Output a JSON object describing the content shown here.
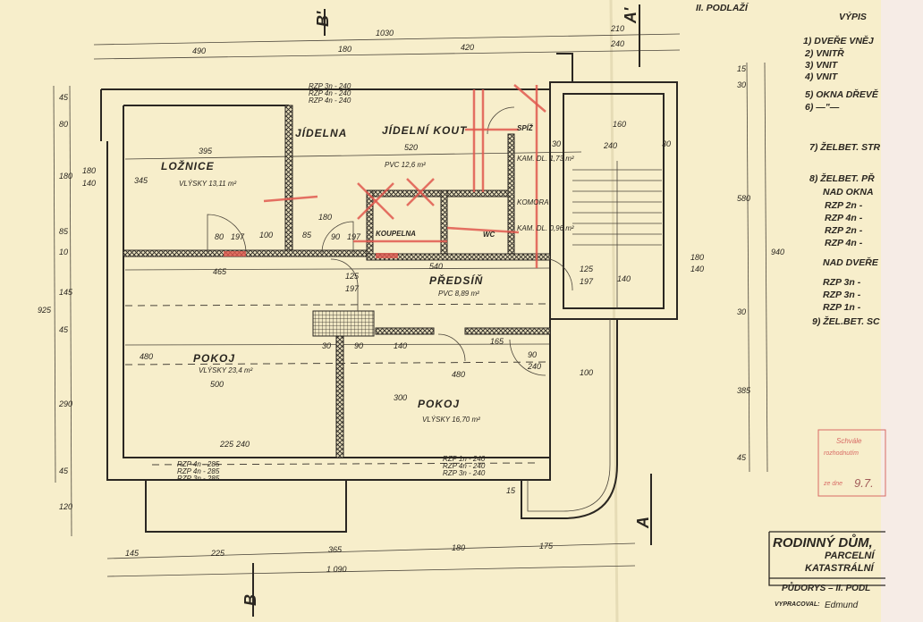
{
  "sheet": {
    "floor_heading": "II. PODLAŽÍ",
    "section_marks": {
      "b_top": "B'",
      "a_top": "A'",
      "b_bottom": "B",
      "a_bottom": "A"
    }
  },
  "rooms": {
    "loznice": {
      "name": "LOŽNICE",
      "floor": "VLÝSKY 13,11 m²"
    },
    "jidelna": {
      "name": "JÍDELNA"
    },
    "jidelni_kout": {
      "name": "JÍDELNÍ KOUT",
      "floor": "PVC 12,6 m²"
    },
    "koupelna": {
      "name": "KOUPELNA"
    },
    "wc": {
      "name": "WC"
    },
    "spiz": {
      "name": "SPÍŽ",
      "floor": "KAM. DL. 1,73 m²"
    },
    "komora": {
      "name": "KOMORA",
      "floor": "KAM. DL. 0,96 m²"
    },
    "predsin": {
      "name": "PŘEDSÍŇ",
      "floor": "PVC 8,89 m²"
    },
    "pokoj_left": {
      "name": "POKOJ",
      "floor": "VLÝSKY 23,4 m²"
    },
    "pokoj_right": {
      "name": "POKOJ",
      "floor": "VLÝSKY 16,70 m²"
    }
  },
  "dimensions": {
    "top_total": "1030",
    "top": [
      "490",
      "180",
      "420",
      "210",
      "240"
    ],
    "bottom": [
      "145",
      "225",
      "365",
      "180",
      "175"
    ],
    "bottom_total": "1 090",
    "left": [
      "45",
      "80",
      "180",
      "85",
      "10",
      "145",
      "45",
      "290",
      "45",
      "120"
    ],
    "left_total": "925",
    "right": [
      "15",
      "30",
      "580",
      "30",
      "385",
      "45"
    ],
    "right_total": "940",
    "interior": [
      "395",
      "345",
      "180",
      "140",
      "100",
      "80",
      "197",
      "180",
      "85",
      "90",
      "197",
      "520",
      "465",
      "125",
      "197",
      "540",
      "480",
      "500",
      "30",
      "90",
      "140",
      "165",
      "90",
      "240",
      "480",
      "300",
      "225",
      "240",
      "160",
      "240",
      "30",
      "30",
      "140",
      "125",
      "197",
      "180",
      "140",
      "100",
      "15"
    ]
  },
  "window_notes": {
    "top": [
      "RZP 3n - 240",
      "RZP 4n - 240",
      "RZP 4n - 240"
    ],
    "bottom_left": [
      "RZP 4n - 285",
      "RZP 4n - 285",
      "RZP 3n - 285"
    ],
    "bottom_right": [
      "RZP 1n - 240",
      "RZP 4n - 240",
      "RZP 3n - 240"
    ]
  },
  "legend": {
    "title": "VÝPIS",
    "items": [
      "1) DVEŘE VNĚJ",
      "2)            VNITŘ",
      "3)            VNIT",
      "4)            VNIT",
      "5) OKNA DŘEVĚ",
      "6)          —\"—",
      "7) ŽELBET. STR",
      "8) ŽELBET. PŘ",
      "NAD OKNA",
      "RZP   2n -",
      "RZP   4n -",
      "RZP   2n -",
      "RZP   4n -",
      "NAD DVEŘE",
      "RZP   3n -",
      "RZP   3n -",
      "RZP   1n -",
      "9) ŽEL.BET. SC"
    ]
  },
  "stamp": {
    "line1": "Schvále",
    "line2": "rozhodnutím",
    "line3": "ze dne",
    "date": "9.7."
  },
  "title_block": {
    "line1": "RODINNÝ DŮM,",
    "line2": "PARCELNÍ",
    "line3": "KATASTRÁLNÍ",
    "drawing": "PŮDORYS – II. PODL",
    "author_label": "VYPRACOVAL:",
    "signature": "Edmund"
  },
  "colors": {
    "paper": "#f7eecb",
    "ink": "#2b2722",
    "correction_red": "#e0584f",
    "stamp_red": "#d86a64"
  }
}
